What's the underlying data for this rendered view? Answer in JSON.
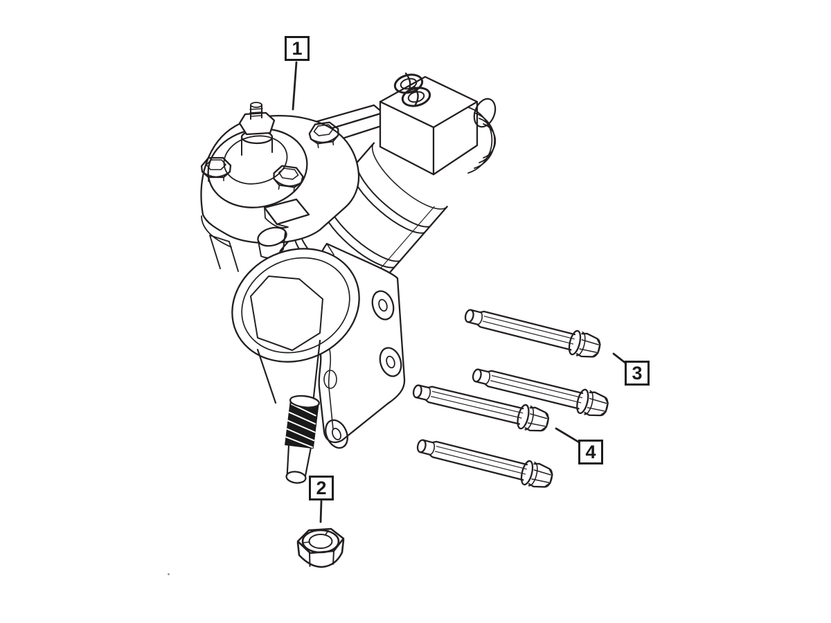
{
  "diagram": {
    "background_color": "#ffffff",
    "line_color": "#231f20",
    "callouts": [
      {
        "label": "1"
      },
      {
        "label": "2"
      },
      {
        "label": "3"
      },
      {
        "label": "4"
      }
    ]
  }
}
